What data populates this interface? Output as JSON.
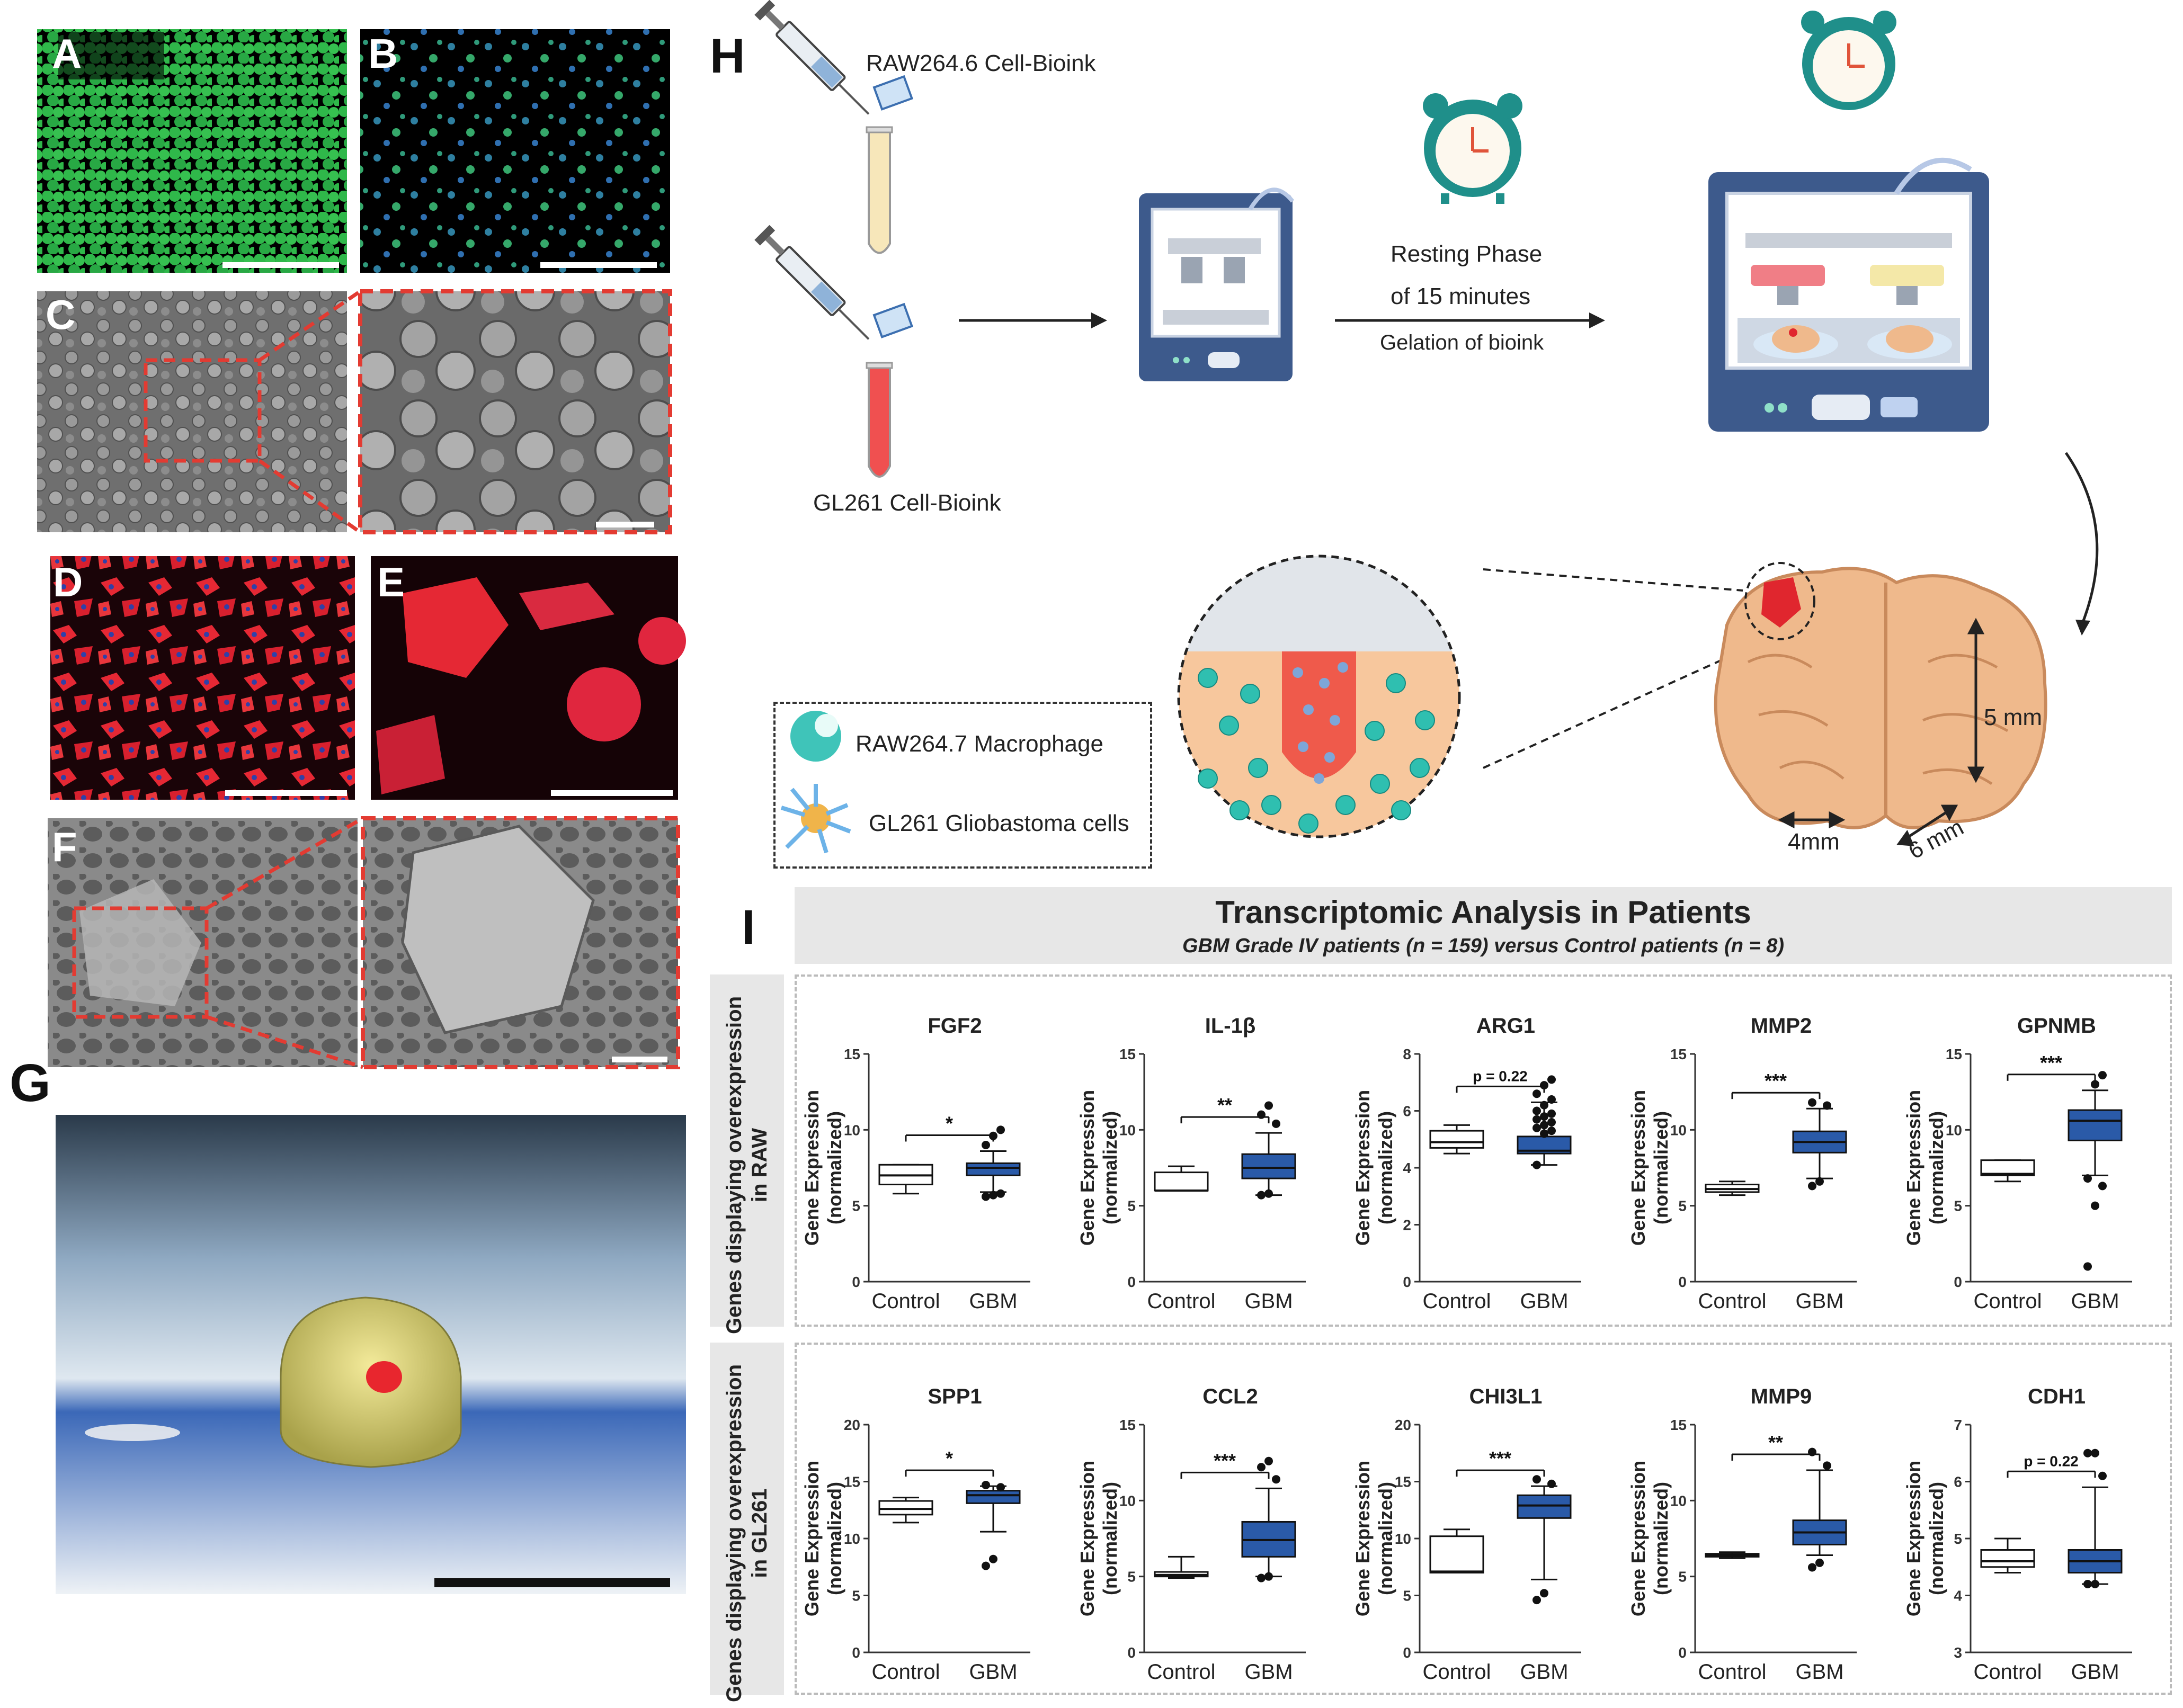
{
  "panels": {
    "A": "A",
    "B": "B",
    "C": "C",
    "D": "D",
    "E": "E",
    "F": "F",
    "G": "G",
    "H": "H",
    "I": "I"
  },
  "workflow": {
    "raw_bioink_label": "RAW264.6  Cell-Bioink",
    "gl261_bioink_label": "GL261   Cell-Bioink",
    "resting_phase_line1": "Resting Phase",
    "resting_phase_line2": "of 15 minutes",
    "gelation_label": "Gelation of bioink",
    "dim_height": "5 mm",
    "dim_width": "4mm",
    "dim_depth": "6 mm",
    "legend": {
      "macrophage": "RAW264.7 Macrophage",
      "glioblastoma": "GL261 Gliobastoma cells"
    }
  },
  "colors": {
    "red_dash": "#e33b32",
    "gfp_green": "#2fb84a",
    "nucleus_blue": "#2f54a6",
    "phalloidin_red": "#e52834",
    "box_blue": "#2a5aa8",
    "printer_blue": "#3d5a8c",
    "clock_teal": "#1f8f8a",
    "brain_peach": "#efb98c",
    "macrophage_teal": "#3fc4b9"
  },
  "transcriptomics": {
    "title": "Transcriptomic Analysis in Patients",
    "subtitle": "GBM Grade IV patients (n = 159) versus Control patients (n = 8)",
    "group_raw": "Genes displaying overexpression in RAW",
    "group_gl261": "Genes displaying overexpression in GL261",
    "ylabel_line1": "Gene Expression",
    "ylabel_line2": "(normalized)"
  },
  "chart_data": [
    {
      "type": "box",
      "title": "FGF2",
      "categories": [
        "Control",
        "GBM"
      ],
      "ylim": [
        0,
        15
      ],
      "yticks": [
        0,
        5,
        10,
        15
      ],
      "significance": "*",
      "control": {
        "min": 5.8,
        "q1": 6.4,
        "median": 7.0,
        "q3": 7.7,
        "max": 7.7,
        "outliers": []
      },
      "gbm": {
        "min": 5.9,
        "q1": 7.0,
        "median": 7.5,
        "q3": 7.8,
        "max": 8.6,
        "outliers": [
          5.6,
          5.7,
          5.8,
          9.0,
          9.6,
          10.0
        ]
      }
    },
    {
      "type": "box",
      "title": "IL-1β",
      "categories": [
        "Control",
        "GBM"
      ],
      "ylim": [
        0,
        15
      ],
      "yticks": [
        0,
        5,
        10,
        15
      ],
      "significance": "**",
      "control": {
        "min": 6.0,
        "q1": 6.0,
        "median": 6.0,
        "q3": 7.2,
        "max": 7.6,
        "outliers": []
      },
      "gbm": {
        "min": 5.7,
        "q1": 6.8,
        "median": 7.5,
        "q3": 8.4,
        "max": 9.8,
        "outliers": [
          5.7,
          5.8,
          10.4,
          11.0,
          11.6
        ]
      }
    },
    {
      "type": "box",
      "title": "ARG1",
      "categories": [
        "Control",
        "GBM"
      ],
      "ylim": [
        0,
        8
      ],
      "yticks": [
        0,
        2,
        4,
        6,
        8
      ],
      "significance": "p = 0.22",
      "control": {
        "min": 4.5,
        "q1": 4.7,
        "median": 4.9,
        "q3": 5.3,
        "max": 5.5,
        "outliers": []
      },
      "gbm": {
        "min": 4.1,
        "q1": 4.5,
        "median": 4.6,
        "q3": 5.1,
        "max": 6.3,
        "outliers": [
          4.1,
          5.2,
          5.3,
          5.4,
          5.5,
          5.6,
          5.7,
          5.8,
          5.9,
          6.0,
          6.2,
          6.4,
          6.6,
          6.9,
          7.1
        ]
      }
    },
    {
      "type": "box",
      "title": "MMP2",
      "categories": [
        "Control",
        "GBM"
      ],
      "ylim": [
        0,
        15
      ],
      "yticks": [
        0,
        5,
        10,
        15
      ],
      "significance": "***",
      "control": {
        "min": 5.7,
        "q1": 5.9,
        "median": 6.1,
        "q3": 6.4,
        "max": 6.6,
        "outliers": []
      },
      "gbm": {
        "min": 6.8,
        "q1": 8.5,
        "median": 9.2,
        "q3": 9.9,
        "max": 11.4,
        "outliers": [
          6.3,
          6.6,
          11.6,
          11.8
        ]
      }
    },
    {
      "type": "box",
      "title": "GPNMB",
      "categories": [
        "Control",
        "GBM"
      ],
      "ylim": [
        0,
        15
      ],
      "yticks": [
        0,
        5,
        10,
        15
      ],
      "significance": "***",
      "control": {
        "min": 6.6,
        "q1": 7.0,
        "median": 7.1,
        "q3": 8.0,
        "max": 8.0,
        "outliers": []
      },
      "gbm": {
        "min": 7.0,
        "q1": 9.3,
        "median": 10.6,
        "q3": 11.3,
        "max": 12.6,
        "outliers": [
          1.0,
          5.0,
          6.3,
          6.8,
          13.0,
          13.6
        ]
      }
    },
    {
      "type": "box",
      "title": "SPP1",
      "categories": [
        "Control",
        "GBM"
      ],
      "ylim": [
        0,
        20
      ],
      "yticks": [
        0,
        5,
        10,
        15,
        20
      ],
      "significance": "*",
      "control": {
        "min": 11.4,
        "q1": 12.1,
        "median": 12.6,
        "q3": 13.3,
        "max": 13.6,
        "outliers": []
      },
      "gbm": {
        "min": 10.6,
        "q1": 13.1,
        "median": 13.8,
        "q3": 14.2,
        "max": 14.6,
        "outliers": [
          7.6,
          8.2,
          14.5,
          14.7
        ]
      }
    },
    {
      "type": "box",
      "title": "CCL2",
      "categories": [
        "Control",
        "GBM"
      ],
      "ylim": [
        0,
        15
      ],
      "yticks": [
        0,
        5,
        10,
        15
      ],
      "significance": "***",
      "control": {
        "min": 4.9,
        "q1": 5.0,
        "median": 5.1,
        "q3": 5.3,
        "max": 6.3,
        "outliers": []
      },
      "gbm": {
        "min": 5.0,
        "q1": 6.3,
        "median": 7.4,
        "q3": 8.6,
        "max": 10.8,
        "outliers": [
          4.9,
          5.0,
          11.4,
          12.2,
          12.6
        ]
      }
    },
    {
      "type": "box",
      "title": "CHI3L1",
      "categories": [
        "Control",
        "GBM"
      ],
      "ylim": [
        0,
        20
      ],
      "yticks": [
        0,
        5,
        10,
        15,
        20
      ],
      "significance": "***",
      "control": {
        "min": 7.0,
        "q1": 7.0,
        "median": 7.1,
        "q3": 10.2,
        "max": 10.8,
        "outliers": []
      },
      "gbm": {
        "min": 6.4,
        "q1": 11.8,
        "median": 12.9,
        "q3": 13.8,
        "max": 14.6,
        "outliers": [
          4.6,
          5.2,
          14.8,
          15.2
        ]
      }
    },
    {
      "type": "box",
      "title": "MMP9",
      "categories": [
        "Control",
        "GBM"
      ],
      "ylim": [
        0,
        15
      ],
      "yticks": [
        0,
        5,
        10,
        15
      ],
      "significance": "**",
      "control": {
        "min": 6.2,
        "q1": 6.3,
        "median": 6.4,
        "q3": 6.5,
        "max": 6.6,
        "outliers": []
      },
      "gbm": {
        "min": 6.4,
        "q1": 7.1,
        "median": 7.9,
        "q3": 8.7,
        "max": 12.0,
        "outliers": [
          5.6,
          5.9,
          12.3,
          13.2
        ]
      }
    },
    {
      "type": "box",
      "title": "CDH1",
      "categories": [
        "Control",
        "GBM"
      ],
      "ylim": [
        3,
        7
      ],
      "yticks": [
        3,
        4,
        5,
        6,
        7
      ],
      "significance": "p = 0.22",
      "control": {
        "min": 4.4,
        "q1": 4.5,
        "median": 4.6,
        "q3": 4.8,
        "max": 5.0,
        "outliers": []
      },
      "gbm": {
        "min": 4.2,
        "q1": 4.4,
        "median": 4.6,
        "q3": 4.8,
        "max": 5.9,
        "outliers": [
          4.2,
          4.2,
          6.1,
          6.5,
          6.5
        ]
      }
    }
  ]
}
